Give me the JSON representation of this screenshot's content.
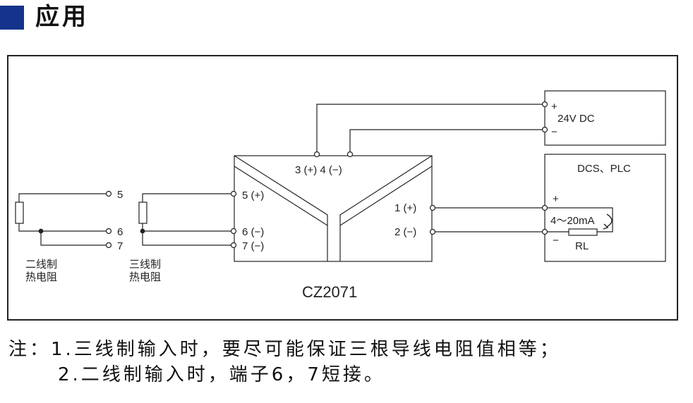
{
  "header": {
    "title": "应用",
    "accent_color": "#14338c"
  },
  "diagram": {
    "transmitter": {
      "model": "CZ2071",
      "power_terminals": "3 (+) 4 (−)",
      "input_terminals": [
        "5 (+)",
        "6 (−)",
        "7 (−)"
      ],
      "output_terminals": [
        "1 (+)",
        "2 (−)"
      ]
    },
    "two_wire": {
      "terminals": [
        "5",
        "6",
        "7"
      ],
      "label_line1": "二线制",
      "label_line2": "热电阻"
    },
    "three_wire": {
      "label_line1": "三线制",
      "label_line2": "热电阻"
    },
    "power_supply": {
      "plus": "+",
      "label": "24V DC",
      "minus": "−"
    },
    "receiver": {
      "title": "DCS、PLC",
      "plus": "+",
      "current": "4～20mA",
      "minus": "−",
      "resistor": "RL"
    }
  },
  "notes": {
    "line1": "注：1.三线制输入时，要尽可能保证三根导线电阻值相等；",
    "line2": "2.二线制输入时，端子6，7短接。"
  }
}
